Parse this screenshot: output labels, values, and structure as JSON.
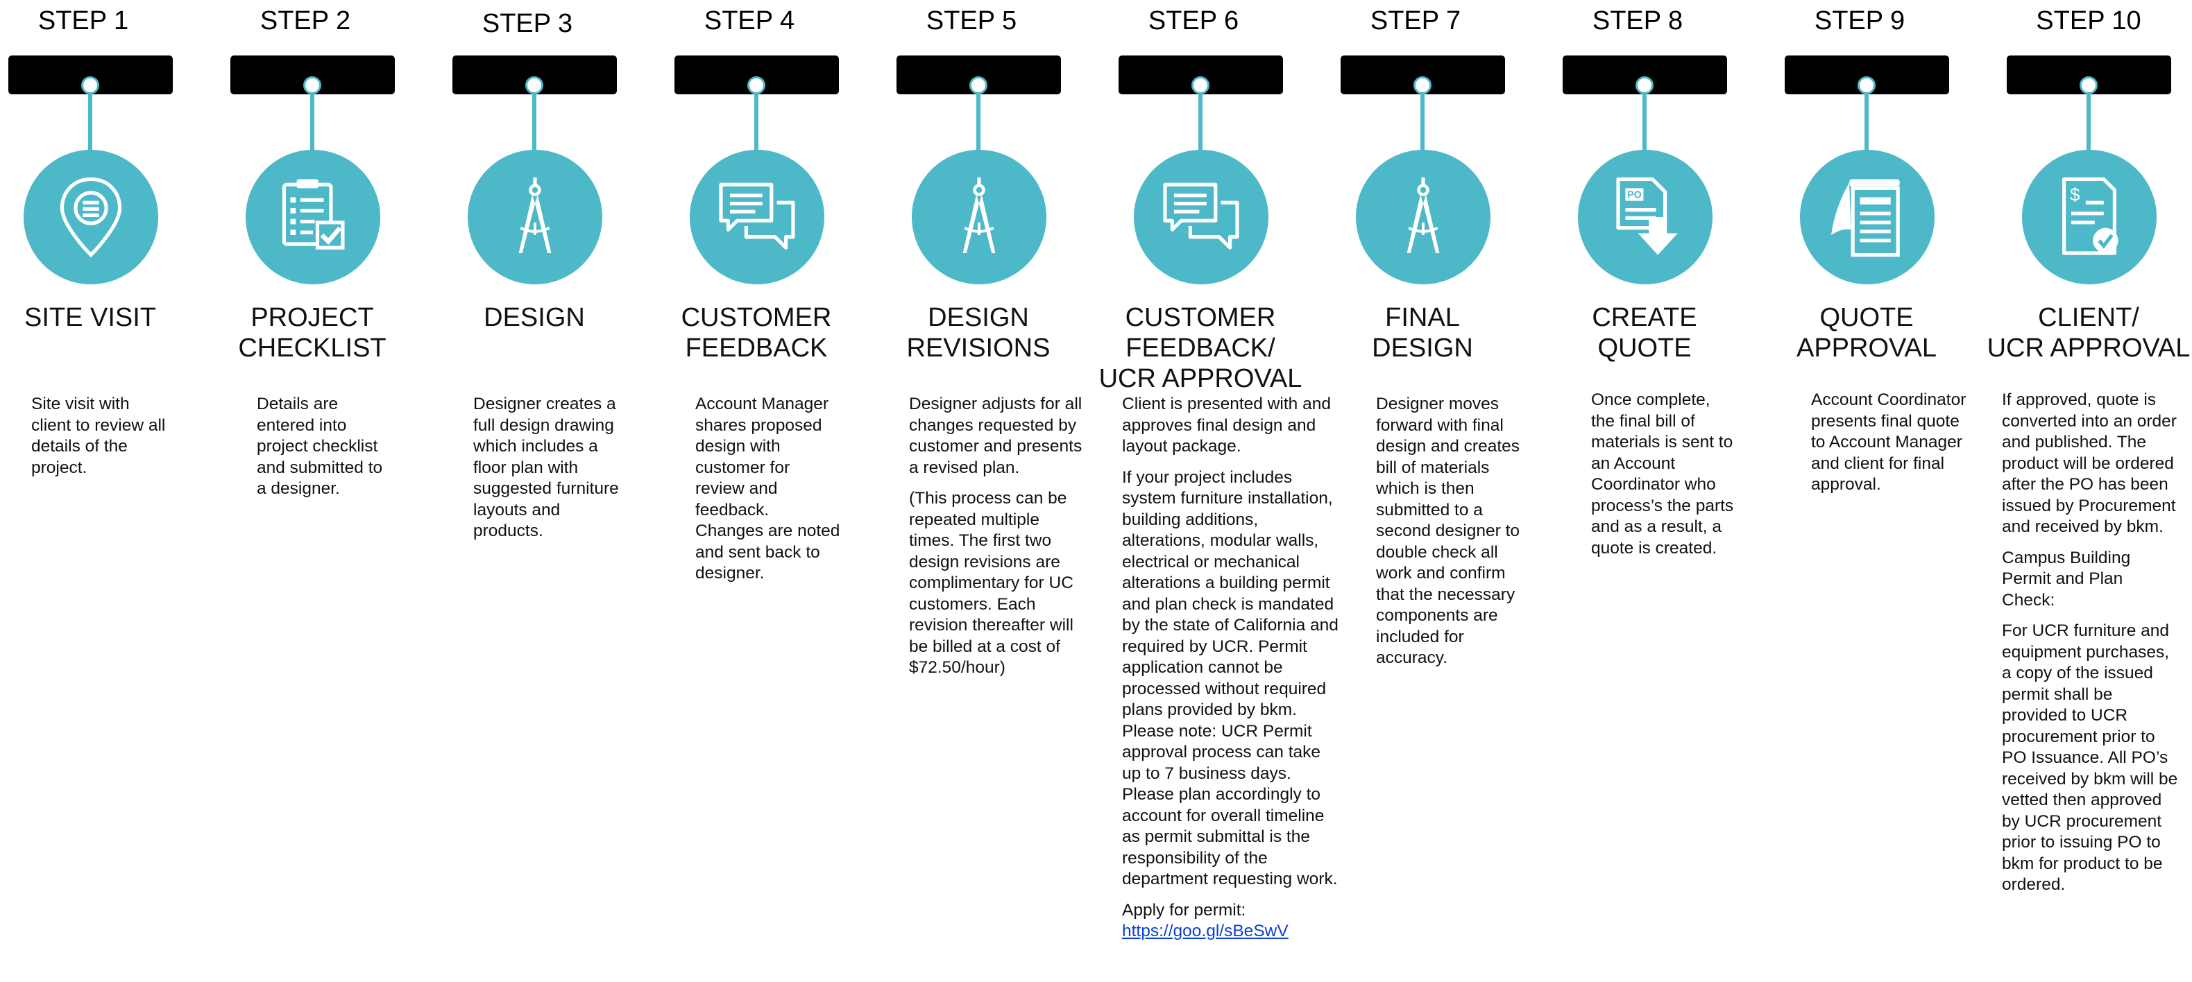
{
  "colors": {
    "accent": "#4db8c8",
    "bar": "#000000",
    "link": "#0b3fd6"
  },
  "steps": [
    {
      "label": "STEP 1",
      "icon": "map-pin-icon",
      "title_lines": [
        "SITE VISIT"
      ],
      "paragraphs": [
        "Site visit with client to review all details of the project."
      ]
    },
    {
      "label": "STEP 2",
      "icon": "clipboard-checklist-icon",
      "title_lines": [
        "PROJECT",
        "CHECKLIST"
      ],
      "paragraphs": [
        "Details are entered into project checklist and submitted to a designer."
      ]
    },
    {
      "label": "STEP 3",
      "icon": "drafting-compass-icon",
      "title_lines": [
        "DESIGN"
      ],
      "paragraphs": [
        "Designer creates a full design drawing which includes a floor plan with suggested furniture layouts and products."
      ]
    },
    {
      "label": "STEP 4",
      "icon": "chat-bubbles-icon",
      "title_lines": [
        "CUSTOMER",
        "FEEDBACK"
      ],
      "paragraphs": [
        "Account Manager shares proposed design with customer for review and feedback. Changes are noted and sent back to designer."
      ]
    },
    {
      "label": "STEP 5",
      "icon": "drafting-compass-icon",
      "title_lines": [
        "DESIGN",
        "REVISIONS"
      ],
      "paragraphs": [
        "Designer adjusts for all changes requested by customer and presents a revised plan.",
        "(This process can be repeated multiple times.  The first two design revisions are complimentary for UC customers.  Each revision thereafter will be billed at a cost of $72.50/hour)"
      ]
    },
    {
      "label": "STEP 6",
      "icon": "chat-bubbles-icon",
      "title_lines": [
        "CUSTOMER FEEDBACK/",
        "UCR APPROVAL"
      ],
      "paragraphs": [
        "Client is presented with and approves final design and layout package.",
        "If your project includes system furniture installation, building additions, alterations, modular walls, electrical or mechanical alterations a building permit and plan check is mandated by the state of California and required by UCR.  Permit application cannot be processed without required plans provided by bkm.  Please note:  UCR Permit approval process can take up to 7 business days.  Please plan accordingly to account for overall timeline as permit submittal is the responsibility of the department requesting work.",
        "Apply for permit:"
      ],
      "link_text": "https://goo.gl/sBeSwV"
    },
    {
      "label": "STEP 7",
      "icon": "drafting-compass-icon",
      "title_lines": [
        "FINAL",
        "DESIGN"
      ],
      "paragraphs": [
        "Designer moves forward with final design and creates bill of materials which is then submitted to a second designer to double check all work and confirm that the necessary components are included for accuracy."
      ]
    },
    {
      "label": "STEP 8",
      "icon": "po-document-download-icon",
      "icon_text": "PO",
      "title_lines": [
        "CREATE",
        "QUOTE"
      ],
      "paragraphs": [
        "Once complete, the final bill of materials is sent to an Account Coordinator who process’s the parts and as a result, a quote is created."
      ]
    },
    {
      "label": "STEP 9",
      "icon": "document-scroll-icon",
      "title_lines": [
        "QUOTE",
        "APPROVAL"
      ],
      "paragraphs": [
        "Account Coordinator presents final quote to Account Manager and client for final approval."
      ]
    },
    {
      "label": "STEP 10",
      "icon": "invoice-check-icon",
      "icon_text": "$",
      "title_lines": [
        "CLIENT/",
        "UCR APPROVAL"
      ],
      "paragraphs": [
        "If approved, quote is converted into an order and published. The product will be ordered after the PO has been issued by Procurement and received by bkm.",
        "Campus Building Permit and Plan Check:",
        "For UCR furniture and equipment purchases, a copy of the issued permit shall be provided to UCR procurement prior to PO Issuance.  All PO’s received by bkm will be vetted then approved by UCR procurement prior to issuing PO to bkm for product to be ordered."
      ]
    }
  ]
}
